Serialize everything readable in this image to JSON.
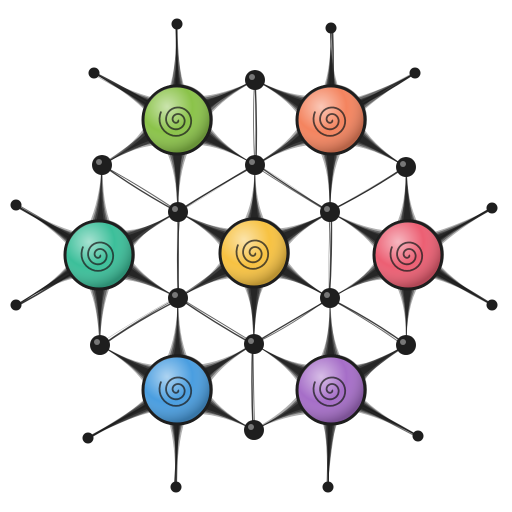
{
  "background": "#ffffff",
  "ink": "#1e1e1e",
  "spheres": [
    {
      "name": "green",
      "color": "#8bc34a"
    },
    {
      "name": "orange",
      "color": "#f4845f"
    },
    {
      "name": "teal",
      "color": "#3cbf9a"
    },
    {
      "name": "yellow",
      "color": "#f7c242"
    },
    {
      "name": "red",
      "color": "#ec5f73"
    },
    {
      "name": "blue",
      "color": "#4a9ee0"
    },
    {
      "name": "purple",
      "color": "#a66ec8"
    }
  ],
  "icons": [
    "sphere-icon",
    "spiral-icon",
    "node-icon",
    "outer-node-icon"
  ]
}
